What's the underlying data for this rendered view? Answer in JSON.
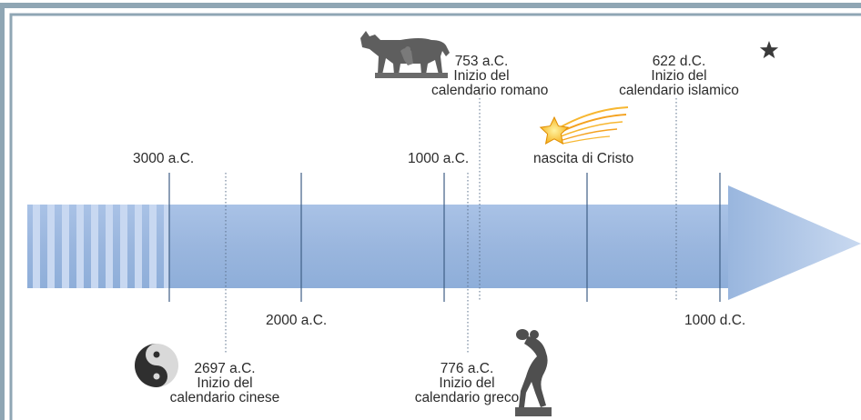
{
  "timeline": {
    "scale_labels": {
      "y3000bc": "3000 a.C.",
      "y2000bc": "2000 a.C.",
      "y1000bc": "1000 a.C.",
      "christ": "nascita di Cristo",
      "y1000ad": "1000 d.C."
    },
    "events": {
      "rome": {
        "year": "753 a.C.",
        "line1": "Inizio del",
        "line2": "calendario romano",
        "icon": "capitoline-wolf-icon"
      },
      "islam": {
        "year": "622 d.C.",
        "line1": "Inizio del",
        "line2": "calendario islamico",
        "icon": "crescent-star-icon"
      },
      "china": {
        "year": "2697 a.C.",
        "line1": "Inizio del",
        "line2": "calendario cinese",
        "icon": "yin-yang-icon"
      },
      "greece": {
        "year": "776 a.C.",
        "line1": "Inizio del",
        "line2": "calendario greco",
        "icon": "discobolus-icon"
      },
      "christ": {
        "icon": "shooting-star-icon"
      }
    }
  },
  "colors": {
    "frame": "#8fa6b4",
    "arrow": "#99b6de",
    "arrow_stripes": "#c3d4ef",
    "solid_line": "#3f5f86",
    "dotted_line": "#5a6f8a",
    "statue": "#5a5a5a",
    "star": "#f6b21c"
  }
}
